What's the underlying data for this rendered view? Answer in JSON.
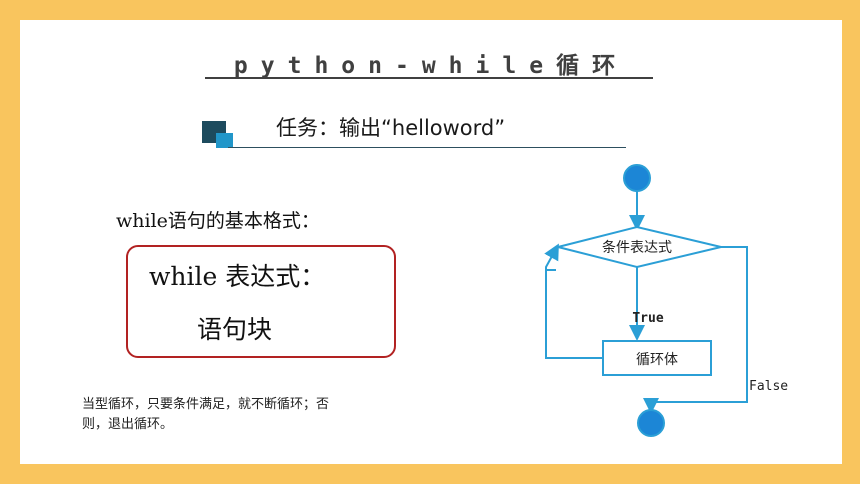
{
  "slide": {
    "title": "python-while循环",
    "task": "任务：输出“helloword”",
    "syntax_label": "while语句的基本格式：",
    "code": {
      "line1": "while 表达式：",
      "line2": "语句块"
    },
    "note": "当型循环，只要条件满足，就不断循环；否则，退出循环。"
  },
  "flowchart": {
    "condition_label": "条件表达式",
    "true_label": "True",
    "body_label": "循环体",
    "false_label": "False",
    "colors": {
      "stroke": "#2b9fd6",
      "node_fill": "#1c86d6",
      "shape_fill": "#ffffff"
    }
  }
}
